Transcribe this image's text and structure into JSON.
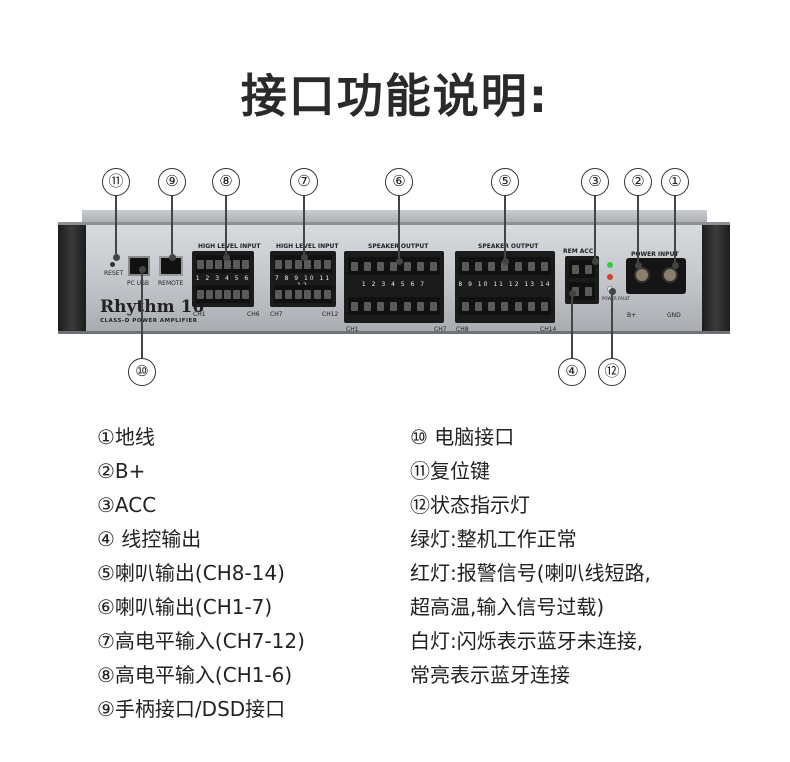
{
  "title": "接口功能说明:",
  "callouts": [
    "⑪",
    "⑨",
    "⑧",
    "⑦",
    "⑥",
    "⑤",
    "③",
    "②",
    "①",
    "⑩",
    "④",
    "⑫"
  ],
  "device": {
    "brand": "Rhythm 16",
    "subtitle": "CLASS-D POWER AMPLIFIER",
    "labels": {
      "reset": "RESET",
      "pc_usb": "PC USB",
      "remote": "REMOTE",
      "high_level_input_1": "HIGH LEVEL INPUT",
      "high_level_input_2": "HIGH LEVEL INPUT",
      "speaker_output_1": "SPEAKER OUTPUT",
      "speaker_output_2": "SPEAKER OUTPUT",
      "remote_acc": "REM ACC",
      "power_input": "POWER INPUT",
      "bplus": "B+",
      "gnd": "GND",
      "ch1": "CH1",
      "ch6": "CH6",
      "ch7": "CH7",
      "ch12": "CH12",
      "ch1b": "CH1",
      "ch7b": "CH7",
      "ch8": "CH8",
      "ch14": "CH14",
      "power_fault": "POWER FAULT"
    },
    "pins": {
      "in1": "1 2 3 4 5 6",
      "in2": "7 8 9 10 11 12",
      "out1": "1 2 3 4 5 6 7",
      "out2": "8 9 10 11 12 13 14"
    },
    "led_colors": [
      "#2bd13c",
      "#e23a2a",
      "#f2f2f2"
    ]
  },
  "legend_left": [
    "①地线",
    "②B+",
    "③ACC",
    "④ 线控输出",
    "⑤喇叭输出(CH8-14)",
    "⑥喇叭输出(CH1-7)",
    "⑦高电平输入(CH7-12)",
    "⑧高电平输入(CH1-6)",
    "⑨手柄接口/DSD接口"
  ],
  "legend_right": [
    "⑩ 电脑接口",
    "⑪复位键",
    "⑫状态指示灯",
    "绿灯:整机工作正常",
    "红灯:报警信号(喇叭线短路,",
    "超高温,输入信号过载)",
    "白灯:闪烁表示蓝牙未连接,",
    "常亮表示蓝牙连接"
  ]
}
